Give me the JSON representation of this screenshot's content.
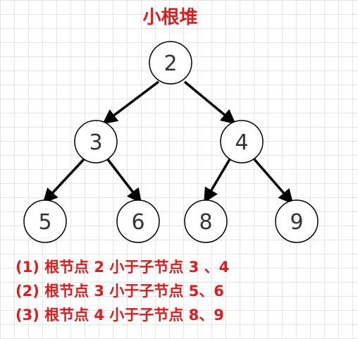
{
  "title": "小根堆",
  "nodes": [
    {
      "label": "2"
    },
    {
      "label": "3"
    },
    {
      "label": "4"
    },
    {
      "label": "5"
    },
    {
      "label": "6"
    },
    {
      "label": "8"
    },
    {
      "label": "9"
    }
  ],
  "notes": [
    "(1) 根节点 2 小于子节点 3 、4",
    "(2) 根节点 3 小于子节点 5、6",
    "(3) 根节点 4 小于子节点 8、9"
  ]
}
